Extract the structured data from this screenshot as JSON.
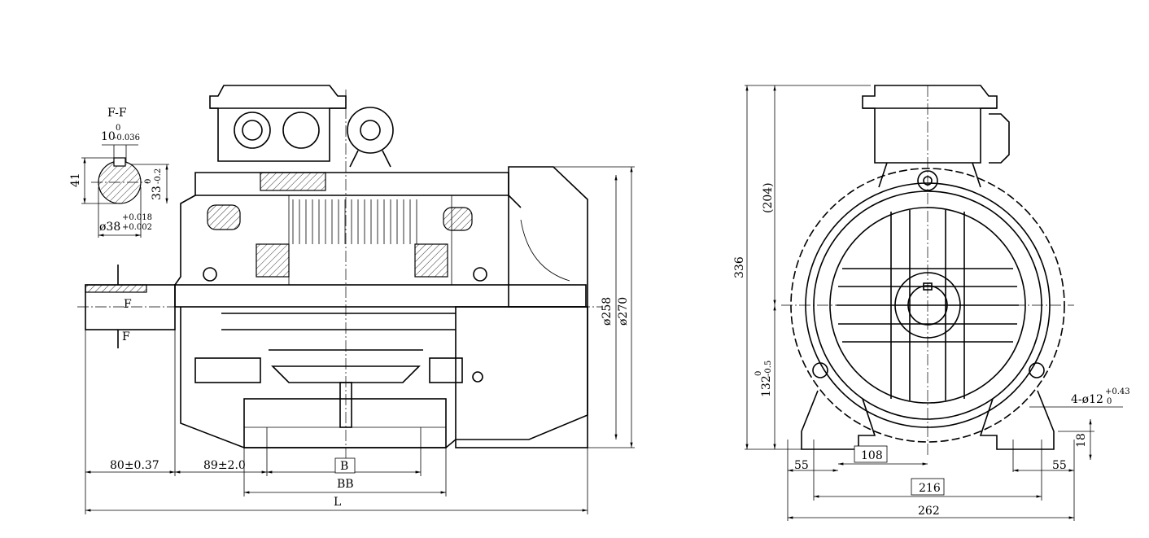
{
  "section": {
    "title": "F-F",
    "key_width": "10",
    "key_width_tol_upper": "0",
    "key_width_tol_lower": "-0.036",
    "height_41": "41",
    "depth": "33",
    "depth_tol_upper": "0",
    "depth_tol_lower": "-0.2",
    "shaft_dia": "ø38",
    "shaft_tol_upper": "+0.018",
    "shaft_tol_lower": "+0.002"
  },
  "side_view": {
    "section_mark_top": "F",
    "section_mark_bottom": "F",
    "dim_shaft_length": "80±0.37",
    "dim_c": "89±2.0",
    "dim_b": "B",
    "dim_bb": "BB",
    "dim_l": "L",
    "dim_dia_258": "ø258",
    "dim_dia_270": "ø270"
  },
  "end_view": {
    "dim_total_height": "336",
    "dim_box_height": "(204)",
    "dim_shaft_height": "132",
    "dim_shaft_height_tol_upper": "0",
    "dim_shaft_height_tol_lower": "-0.5",
    "dim_holes": "4-ø12",
    "dim_holes_tol_upper": "+0.43",
    "dim_holes_tol_lower": "0",
    "dim_foot_height": "18",
    "dim_foot_left": "55",
    "dim_108": "108",
    "dim_foot_right": "55",
    "dim_216": "216",
    "dim_262": "262"
  }
}
